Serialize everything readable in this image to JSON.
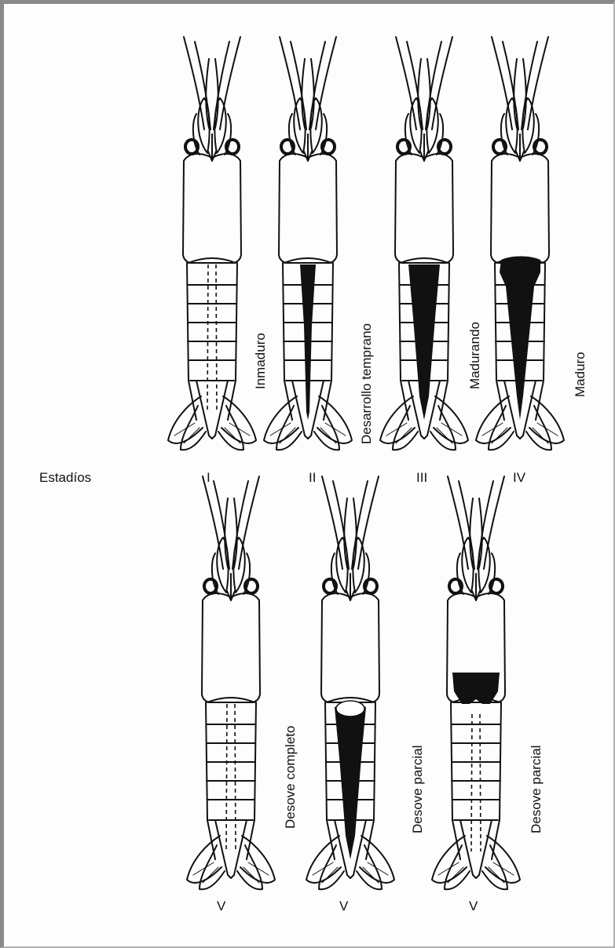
{
  "row_label": "Estadíos",
  "top_stages": [
    {
      "numeral": "I",
      "label": "Inmaduro",
      "fill": "none"
    },
    {
      "numeral": "II",
      "label": "Desarrollo temprano",
      "fill": "thin"
    },
    {
      "numeral": "III",
      "label": "Madurando",
      "fill": "wide"
    },
    {
      "numeral": "IV",
      "label": "Maduro",
      "fill": "wider"
    }
  ],
  "bottom_stages": [
    {
      "numeral": "V",
      "label": "Desove completo",
      "fill": "none"
    },
    {
      "numeral": "V",
      "label": "Desove parcial",
      "fill": "hollow"
    },
    {
      "numeral": "V",
      "label": "Desove parcial",
      "fill": "head"
    }
  ],
  "colors": {
    "ink": "#111111",
    "frame": "#8a8a8a"
  }
}
